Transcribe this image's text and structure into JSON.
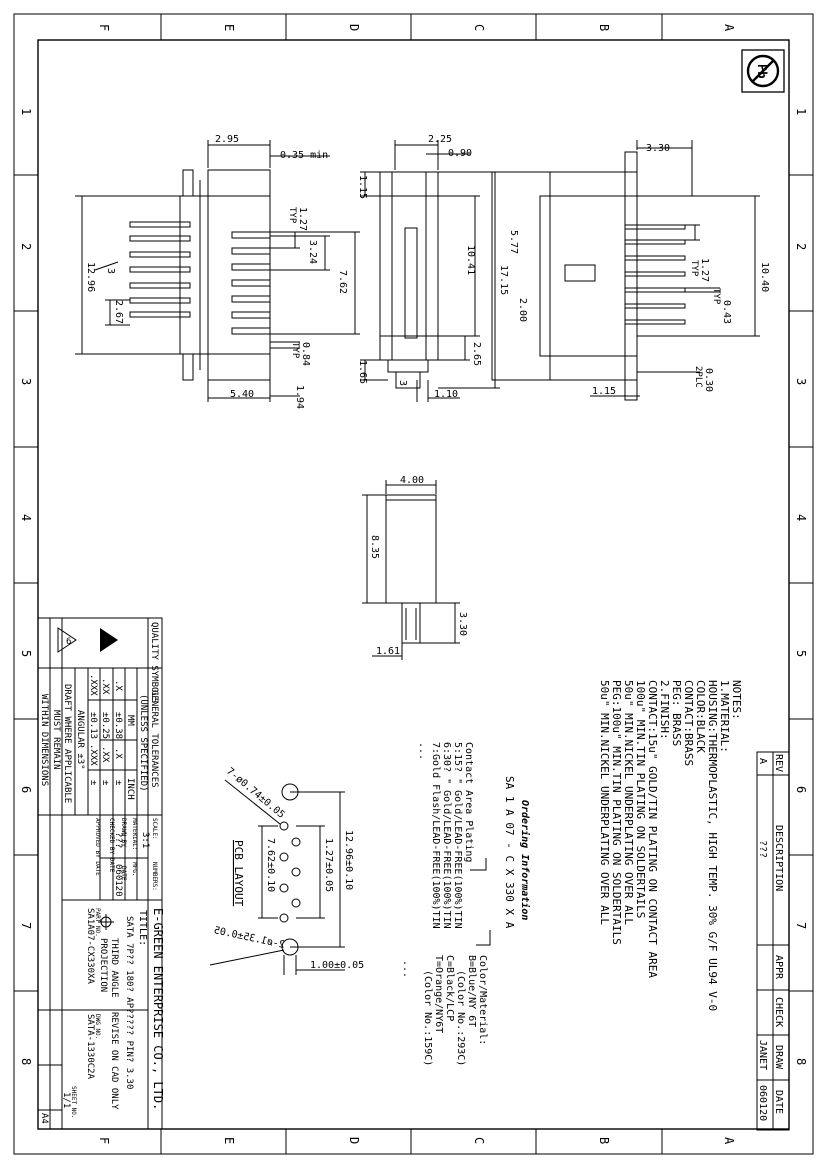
{
  "border": {
    "cols_top": [
      "F",
      "E",
      "D",
      "C",
      "B",
      "A"
    ],
    "rows_side": [
      "1",
      "2",
      "3",
      "4",
      "5",
      "6",
      "7",
      "8"
    ]
  },
  "dims": {
    "side_top": "2.95",
    "side_min": "0.35 min",
    "side_127": "1.27",
    "side_typ1": "TYP",
    "side_324": "3.24",
    "side_762": "7.62",
    "side_1296": "12.96",
    "side_3": "3",
    "side_267": "2.67",
    "side_084": "0.84",
    "side_typ2": "TYP",
    "side_540": "5.40",
    "side_194": "1.94",
    "front_225": "2.25",
    "front_090": "0.90",
    "front_115": "1.15",
    "front_1041": "10.41",
    "front_1715": "17.15",
    "front_200": "2.00",
    "front_577": "5.77",
    "front_265": "2.65",
    "front_165": "1.65",
    "front_3": "3",
    "front_110": "1.10",
    "right_330": "3.30",
    "right_127": "1.27",
    "right_typ1": "TYP",
    "right_043": "0.43",
    "right_typ2": "TYP",
    "right_1040": "10.40",
    "right_030": "0.30",
    "right_2plc": "2PLC",
    "right_115": "1.15",
    "bot_400": "4.00",
    "bot_835": "8.35",
    "bot_330": "3.30",
    "bot_161": "1.61",
    "pcb_holes": "7-ø0.74±0.05",
    "pcb_1296": "12.96±0.10",
    "pcb_127": "1.27±0.05",
    "pcb_762": "7.62±0.10",
    "pcb_100": "1.00±0.05",
    "pcb_mount": "2-ø1.35±0.05",
    "pcb_title": "PCB LAYOUT"
  },
  "notes": [
    "NOTES:",
    "1.MATERIAL:",
    "HOUSING:THERMOPLASTIC, HIGH TEMP. 30% G/F UL94 V-0",
    "          COLOR:BLACK",
    "CONTACT:BRASS",
    "PEG: BRASS",
    "2.FINISH:",
    "CONTACT:15u\" GOLD/TIN PLATING ON CONTACT AREA",
    "      100u\" MIN.TIN PLATING ON SOLDERTAILS",
    "      50u\" MIN.NICKEL UNDERPLATING OVER ALL",
    "PEG:100u\" MIN.TIN PLATING ON SOLDERTAILS",
    "      50u\" MIN.NICKEL UNDERPLATING OVER ALL"
  ],
  "ordering": {
    "title": "Ordering Information",
    "code": "SA  1  A  07  -  C  X  330  X  A",
    "left": [
      "Contact Area Plating",
      "5:15? \" Gold/LEAD-FREE(100%)TIN",
      "6:30? \" Gold/LEAD-FREE(100%)TIN",
      "7:Gold Flash/LEAD-FREE(100%)TIN",
      "..."
    ],
    "right": [
      "Color/Material:",
      "B=Blue/NY 6T",
      "(Color No.:293C)",
      "C=Black/LCP",
      "T=Orange/NY6T",
      "(Color No.:159C)",
      "..."
    ]
  },
  "rev_table": {
    "headers": [
      "REV",
      "DESCRIPTION",
      "APPR",
      "CHECK",
      "DRAW",
      "DATE"
    ],
    "row": [
      "A",
      "???",
      "",
      "",
      "JANET",
      "060120"
    ]
  },
  "title_block": {
    "quality": "QUALITY SYMBOLS",
    "tol_title": "GENERAL TOLERANCES",
    "tol_sub": "(UNLESS SPECIFIED)",
    "tol_mm": "MM",
    "tol_inch": "INCH",
    "tol_rows": [
      [
        ".X",
        "±0.38",
        ".X",
        "±"
      ],
      [
        ".XX",
        "±0.25",
        ".XX",
        "±"
      ],
      [
        ".XXX",
        "±0.13",
        ".XXX",
        "±"
      ]
    ],
    "angular": "ANGULAR ±3°",
    "draft1": "DRAFT WHERE APPLICABLE",
    "draft2": "MUST REMAIN",
    "draft3": "WITHIN DIMENSIONS",
    "scale_lbl": "SCALE:",
    "scale_val": "3:1",
    "numbers_lbl": "NUMBERS:",
    "material_lbl": "MATERIAL:",
    "mfg_lbl": "MFG.",
    "drawn_lbl": "DRAWN BY",
    "drawn_val": "???",
    "date_lbl": "DATE",
    "date_val": "060120",
    "checked_lbl": "CHECKED BY DATE",
    "approved_lbl": "APPROVED BY DATE",
    "company": "E-GREEN ENTERPRISE CO., LTD.",
    "title_lbl": "TITLE:",
    "title_val": "SATA 7P?? 180? AP????? PIN? 3.30",
    "proj1": "THIRD ANGLE",
    "proj2": "PROJECTION",
    "revise": "REVISE ON CAD ONLY",
    "part_lbl": "PART NO.",
    "part_val": "SA1A07-CX330XA",
    "dwg_lbl": "DWG NO.",
    "dwg_val": "SATA-1330C2A",
    "sheet_lbl": "SHEET NO.",
    "sheet_val": "1/1",
    "size": "A4"
  }
}
